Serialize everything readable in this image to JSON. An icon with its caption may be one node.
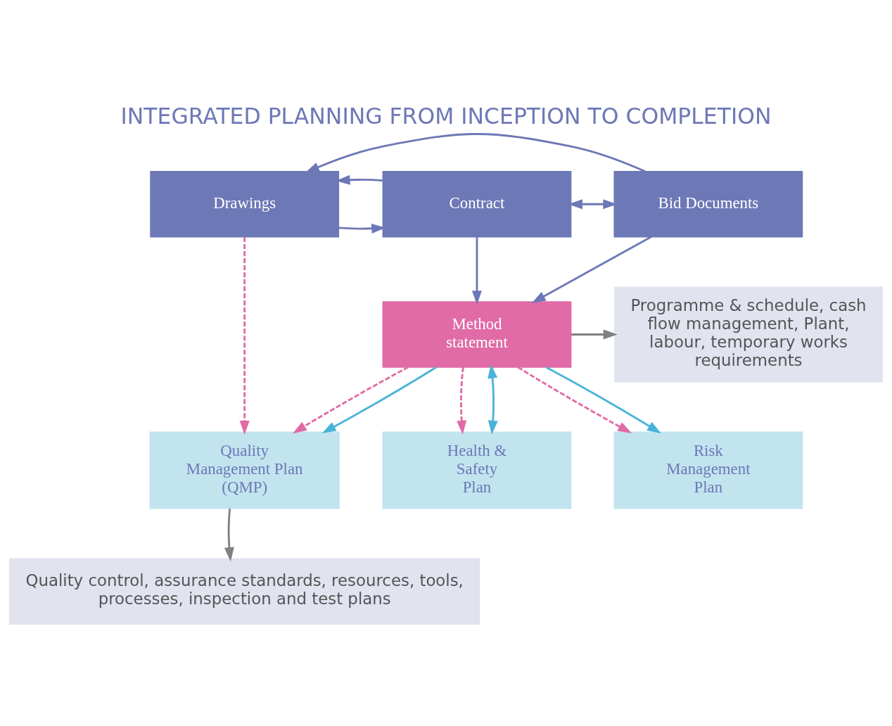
{
  "diagram": {
    "title": "INTEGRATED PLANNING FROM INCEPTION TO COMPLETION",
    "nodes": [
      {
        "text": [
          "Drawings"
        ]
      },
      {
        "text": [
          "Contract"
        ]
      },
      {
        "text": [
          "Bid Documents"
        ]
      },
      {
        "text": [
          "Method statement"
        ]
      },
      {
        "text": [
          "Programme & schedule, cash flow management, Plant, labour, temporary works requirements"
        ]
      },
      {
        "text": [
          "Quality Management Plan (QMP)"
        ]
      },
      {
        "text": [
          "Health & Safety Plan"
        ]
      },
      {
        "text": [
          "Risk Management Plan"
        ]
      },
      {
        "text": [
          "Quality control, assurance standards, resources, tools, processes, inspection and test plans"
        ]
      }
    ],
    "edges": [
      {
        "from": 0,
        "to": 1,
        "arrow": "to"
      },
      {
        "from": 1,
        "to": 2,
        "arrow": "both"
      },
      {
        "from": 1,
        "to": 0,
        "arrow": "to"
      },
      {
        "from": 2,
        "to": 0,
        "arrow": "to"
      },
      {
        "from": 1,
        "to": 3,
        "arrow": "to"
      },
      {
        "from": 2,
        "to": 3,
        "arrow": "to"
      },
      {
        "from": 3,
        "to": 4,
        "arrow": "to",
        "color": "#808080"
      },
      {
        "from": 0,
        "to": 5,
        "arrow": "to",
        "style": "dashed",
        "color": "#e06ba6"
      },
      {
        "from": 3,
        "to": 5,
        "arrow": "to",
        "style": "dashed",
        "color": "#e06ba6"
      },
      {
        "from": 3,
        "to": 6,
        "arrow": "to",
        "style": "dashed",
        "color": "#e06ba6"
      },
      {
        "from": 3,
        "to": 7,
        "arrow": "to",
        "style": "dashed",
        "color": "#e06ba6"
      },
      {
        "from": 3,
        "to": 6,
        "arrow": "both",
        "color": "#4ab3d8"
      },
      {
        "from": 3,
        "to": 5,
        "arrow": "to",
        "color": "#4ab3d8"
      },
      {
        "from": 3,
        "to": 7,
        "arrow": "to",
        "color": "#4ab3d8"
      },
      {
        "from": 5,
        "to": 8,
        "arrow": "to",
        "color": "#808080"
      }
    ]
  }
}
